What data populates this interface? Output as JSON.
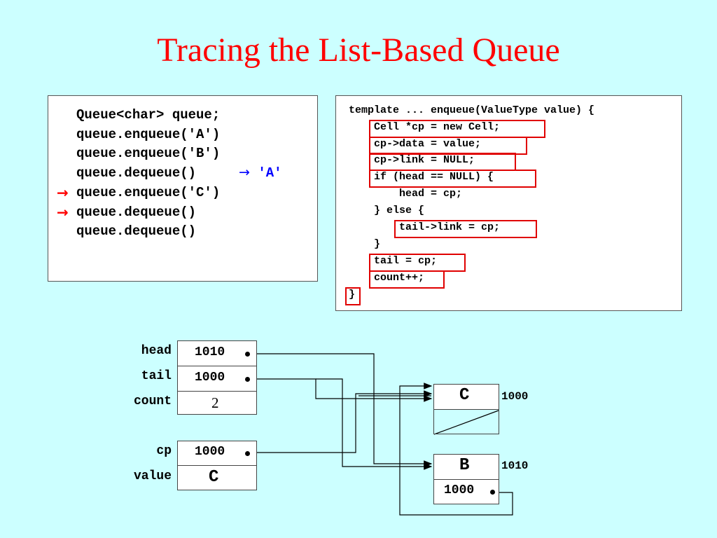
{
  "title": "Tracing the List-Based Queue",
  "client_code": {
    "lines": [
      "Queue<char> queue;",
      "queue.enqueue('A')",
      "queue.enqueue('B')",
      "queue.dequeue()",
      "queue.enqueue('C')",
      "queue.dequeue()",
      "queue.dequeue()"
    ],
    "return_arrow": "→",
    "return_value": "'A'",
    "pointer_arrow": "→"
  },
  "enqueue_code": {
    "lines": [
      "template ... enqueue(ValueType value) {",
      "Cell *cp = new Cell;",
      "cp->data = value;",
      "cp->link = NULL;",
      "if (head == NULL) {",
      "head = cp;",
      "} else {",
      "tail->link = cp;",
      "}",
      "tail = cp;",
      "count++;",
      "}"
    ]
  },
  "variables": {
    "head": {
      "label": "head",
      "value": "1010"
    },
    "tail": {
      "label": "tail",
      "value": "1000"
    },
    "count": {
      "label": "count",
      "value": "2"
    },
    "cp": {
      "label": "cp",
      "value": "1000"
    },
    "value": {
      "label": "value",
      "value": "C"
    }
  },
  "cells": {
    "c": {
      "data": "C",
      "address": "1000"
    },
    "b": {
      "data": "B",
      "address": "1010",
      "link": "1000"
    }
  },
  "colors": {
    "background": "#ccffff",
    "title": "#ff0000",
    "highlight": "#e00000",
    "return": "#0000ff"
  }
}
